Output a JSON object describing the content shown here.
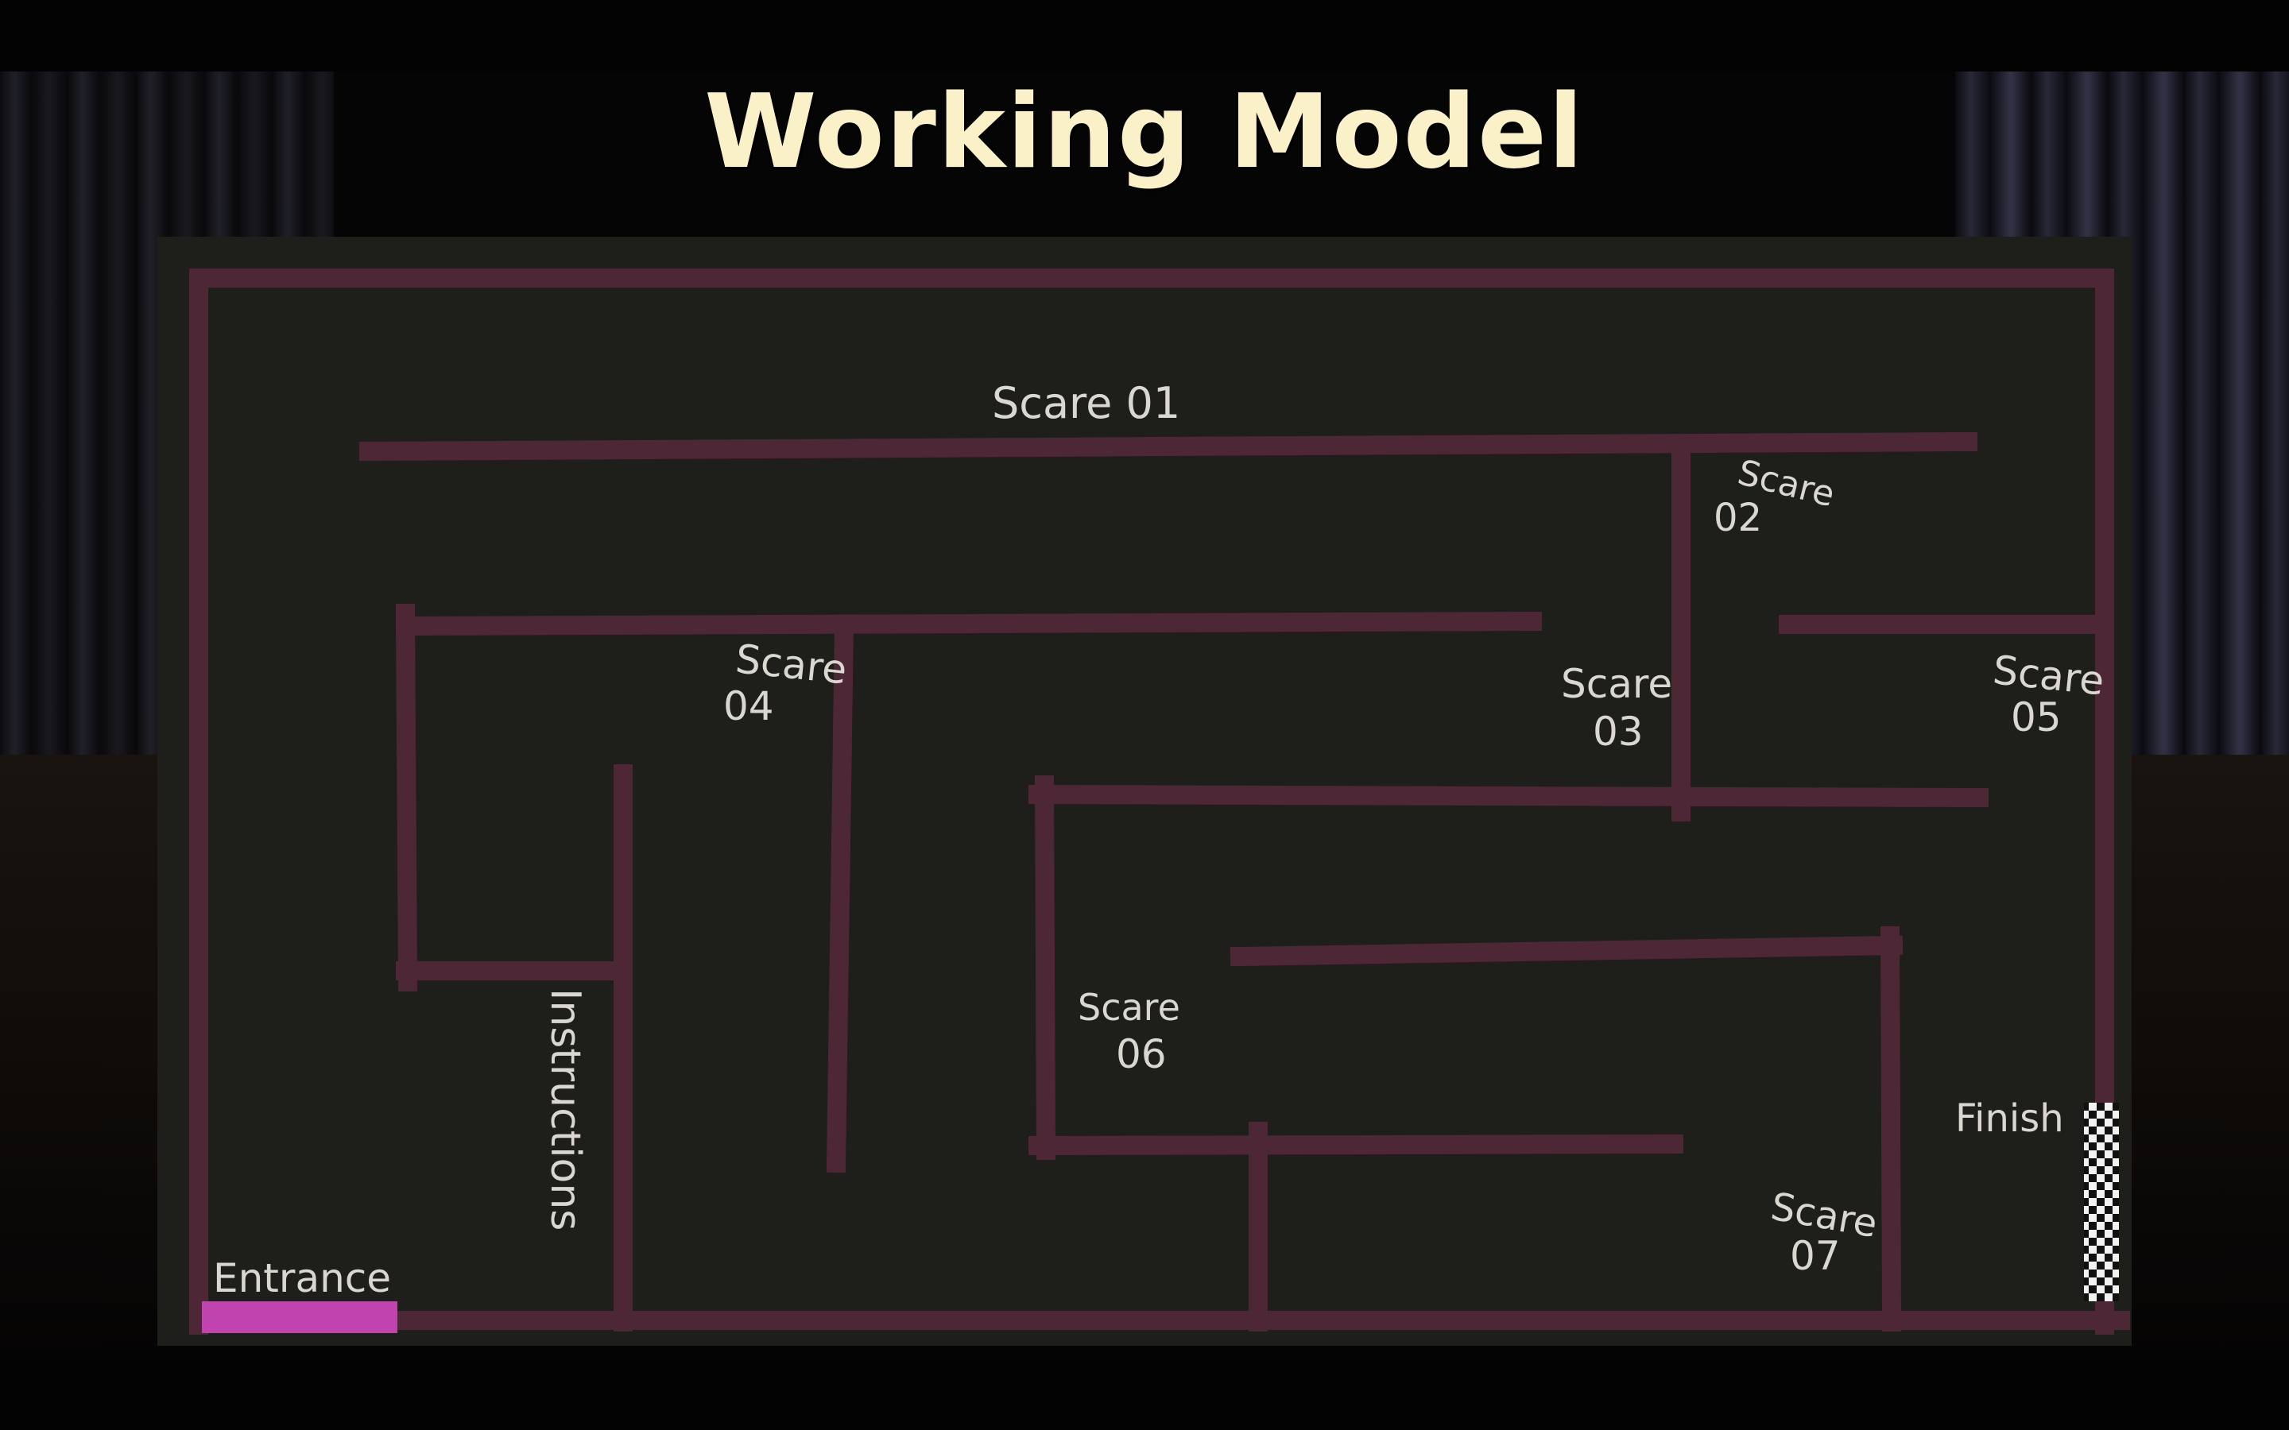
{
  "title": "Working Model",
  "colors": {
    "wall": "#4e2737",
    "board": "#1e1f1b",
    "entrance_bar": "#c043b0",
    "label": "#d9d7cf",
    "title": "#fbf1c8"
  },
  "labels": {
    "scare01": "Scare 01",
    "scare02_line1": "Scare",
    "scare02_line2": "02",
    "scare03_line1": "Scare",
    "scare03_line2": "03",
    "scare04_line1": "Scare",
    "scare04_line2": "04",
    "scare05_line1": "Scare",
    "scare05_line2": "05",
    "scare06_line1": "Scare",
    "scare06_line2": "06",
    "scare07_line1": "Scare",
    "scare07_line2": "07",
    "instructions": "Instructions",
    "entrance": "Entrance",
    "finish": "Finish"
  }
}
